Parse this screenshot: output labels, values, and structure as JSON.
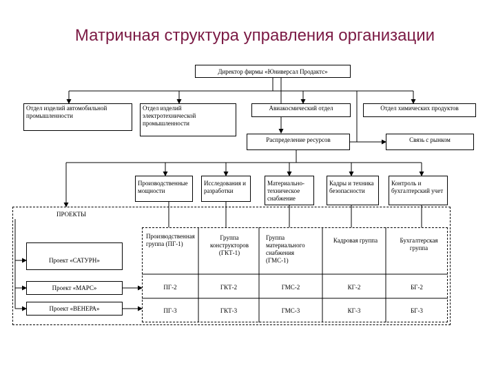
{
  "title": "Матричная структура управления организации",
  "director": "Директор фирмы «Юниверсал Продактс»",
  "departments": [
    "Отдел изделий автомобильной промышленности",
    "Отдел изделий электротехнической промышленности",
    "Авиакосмический отдел",
    "Отдел химических продуктов"
  ],
  "resource_allocation": "Распределение ресурсов",
  "market_relations": "Связь с рынком",
  "functions": [
    "Производственные мощности",
    "Исследования и разработки",
    "Материально-техническое снабжение",
    "Кадры и техника безопасности",
    "Контроль и бухгалтерский учет"
  ],
  "projects_label": "ПРОЕКТЫ",
  "projects": [
    "Проект «САТУРН»",
    "Проект «МАРС»",
    "Проект «ВЕНЕРА»"
  ],
  "groups_row1": [
    "Производственная группа (ПГ-1)",
    "Группа конструкторов (ГКТ-1)",
    "Группа материального снабжения (ГМС-1)",
    "Кадровая группа",
    "Бухгалтерская группа"
  ],
  "groups_row2": [
    "ПГ-2",
    "ГКТ-2",
    "ГМС-2",
    "КГ-2",
    "БГ-2"
  ],
  "groups_row3": [
    "ПГ-3",
    "ГКТ-3",
    "ГМС-3",
    "КГ-3",
    "БГ-3"
  ]
}
